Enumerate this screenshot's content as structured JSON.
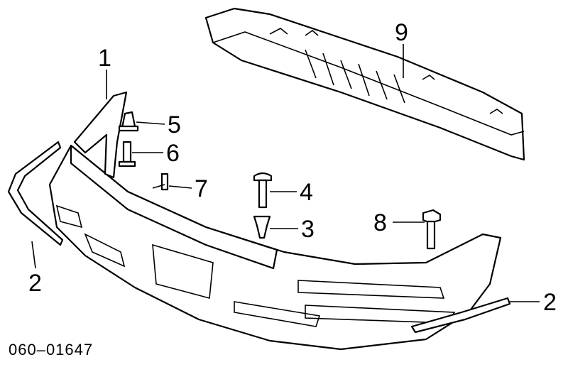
{
  "diagram": {
    "diagram_code": "060–01647",
    "callouts": [
      {
        "id": "callout-1",
        "label": "1",
        "part": "bumper-cover-bracket"
      },
      {
        "id": "callout-2-left",
        "label": "2",
        "part": "lower-molding"
      },
      {
        "id": "callout-2-right",
        "label": "2",
        "part": "lower-molding"
      },
      {
        "id": "callout-3",
        "label": "3",
        "part": "push-clip"
      },
      {
        "id": "callout-4",
        "label": "4",
        "part": "bolt"
      },
      {
        "id": "callout-5",
        "label": "5",
        "part": "retainer-nut"
      },
      {
        "id": "callout-6",
        "label": "6",
        "part": "rivet"
      },
      {
        "id": "callout-7",
        "label": "7",
        "part": "screw"
      },
      {
        "id": "callout-8",
        "label": "8",
        "part": "hex-bolt"
      },
      {
        "id": "callout-9",
        "label": "9",
        "part": "energy-absorber"
      }
    ]
  }
}
